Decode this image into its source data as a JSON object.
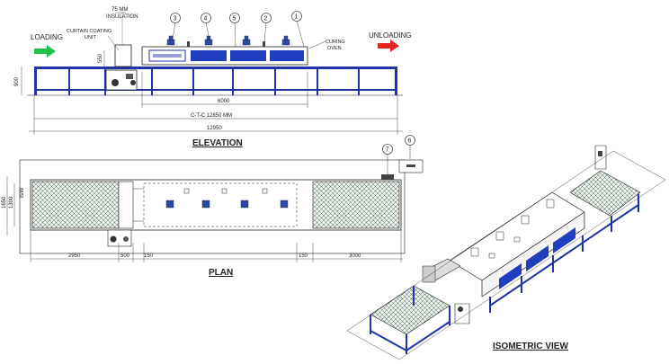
{
  "elevation": {
    "insulation": [
      "75 MM",
      "INSULATION"
    ],
    "loading": "LOADING",
    "unloading": "UNLOADING",
    "curtain_coating": [
      "CURTAIN COATING",
      "UNIT"
    ],
    "curing_oven": [
      "CURING",
      "OVEN"
    ],
    "callouts": [
      "3",
      "4",
      "5",
      "2",
      "1"
    ],
    "dim_height": "900",
    "dim_550": "550",
    "dim_6000": "6000",
    "dim_ctc": "C-T-C 12850 MM",
    "dim_overall": "12950",
    "title": "ELEVATION"
  },
  "plan": {
    "dim_1650": "1650",
    "dim_1300": "1300",
    "dim_bw": "B/W",
    "dim_2950": "2950",
    "dim_500": "500",
    "dim_150a": "150",
    "dim_150b": "150",
    "dim_3000": "3000",
    "callouts": [
      "7",
      "6"
    ],
    "title": "PLAN"
  },
  "isometric": {
    "title": "ISOMETRIC VIEW"
  },
  "colors": {
    "frame_blue": "#2233a8",
    "oven_panel": "#1f3fbf",
    "loading_arrow": "#22c24a",
    "unloading_arrow": "#e0261f",
    "line": "#222222"
  }
}
